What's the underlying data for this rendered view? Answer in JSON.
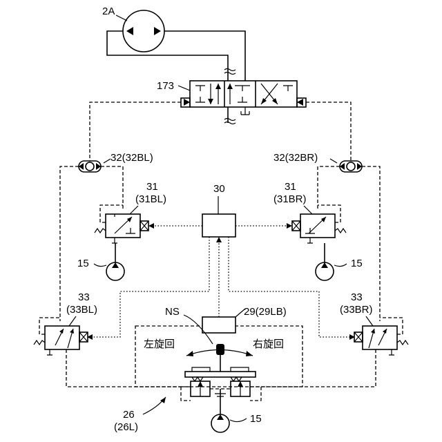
{
  "labels": {
    "motor": "2A",
    "control_valve": "173",
    "shuttle_left": "32(32BL)",
    "shuttle_right": "32(32BR)",
    "controller": "30",
    "valve31_left_num": "31",
    "valve31_left_code": "(31BL)",
    "valve31_right_num": "31",
    "valve31_right_code": "(31BR)",
    "pump_left": "15",
    "pump_right": "15",
    "pump_bottom": "15",
    "valve33_left_num": "33",
    "valve33_left_code": "(33BL)",
    "valve33_right_num": "33",
    "valve33_right_code": "(33BR)",
    "sensor_ns": "NS",
    "sensor_box": "29(29LB)",
    "turn_left": "左旋回",
    "turn_right": "右旋回",
    "operating_device": "26",
    "operating_device_code": "(26L)"
  }
}
